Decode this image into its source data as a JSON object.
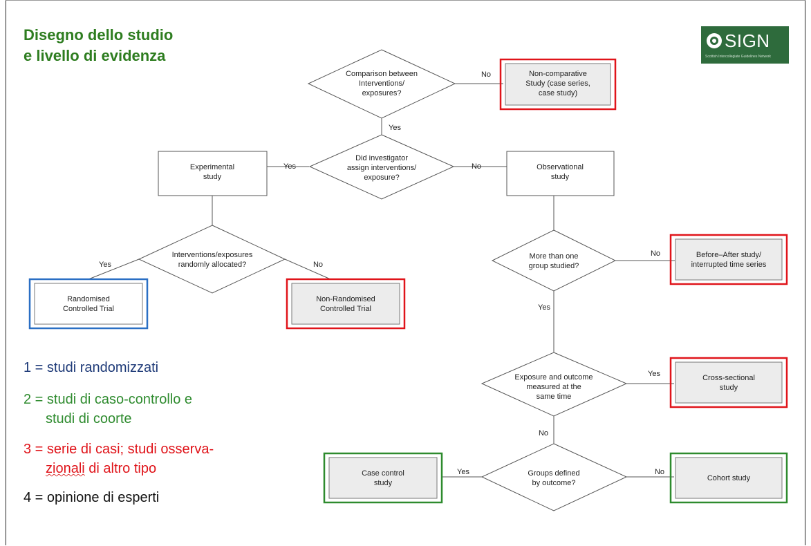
{
  "title": {
    "line1": "Disegno dello studio",
    "line2": "e livello di evidenza"
  },
  "logo": {
    "text": "SIGN",
    "subtitle": "Scottish Intercollegiate Guidelines Network"
  },
  "colors": {
    "title": "#2e7d20",
    "red": "#e0141a",
    "blue": "#2a6fc4",
    "green": "#2e8b2e",
    "navy": "#1e3a78",
    "box_fill": "#ececec"
  },
  "nodes": {
    "comparison": [
      "Comparison between",
      "Interventions/",
      "exposures?"
    ],
    "non_comparative": [
      "Non-comparative",
      "Study (case series,",
      "case study)"
    ],
    "investigator": [
      "Did investigator",
      "assign interventions/",
      "exposure?"
    ],
    "experimental": [
      "Experimental",
      "study"
    ],
    "observational": [
      "Observational",
      "study"
    ],
    "randomly": [
      "Interventions/exposures",
      "randomly allocated?"
    ],
    "rct": [
      "Randomised",
      "Controlled Trial"
    ],
    "non_rct": [
      "Non-Randomised",
      "Controlled Trial"
    ],
    "more_groups": [
      "More than one",
      "group studied?"
    ],
    "before_after": [
      "Before–After study/",
      "interrupted time series"
    ],
    "exposure_outcome": [
      "Exposure and outcome",
      "measured at the",
      "same time"
    ],
    "cross_sectional": [
      "Cross-sectional",
      "study"
    ],
    "groups_outcome": [
      "Groups defined",
      "by outcome?"
    ],
    "case_control": [
      "Case control",
      "study"
    ],
    "cohort": [
      "Cohort study"
    ]
  },
  "edge_labels": {
    "yes": "Yes",
    "no": "No"
  },
  "legend": {
    "l1": "1 = studi randomizzati",
    "l2a": "2 = studi di caso-controllo e",
    "l2b": "studi di coorte",
    "l3a": "3 = serie di casi; studi osserva-",
    "l3b_word": "zionali",
    "l3b_rest": " di altro tipo",
    "l4": "4 = opinione di esperti"
  }
}
